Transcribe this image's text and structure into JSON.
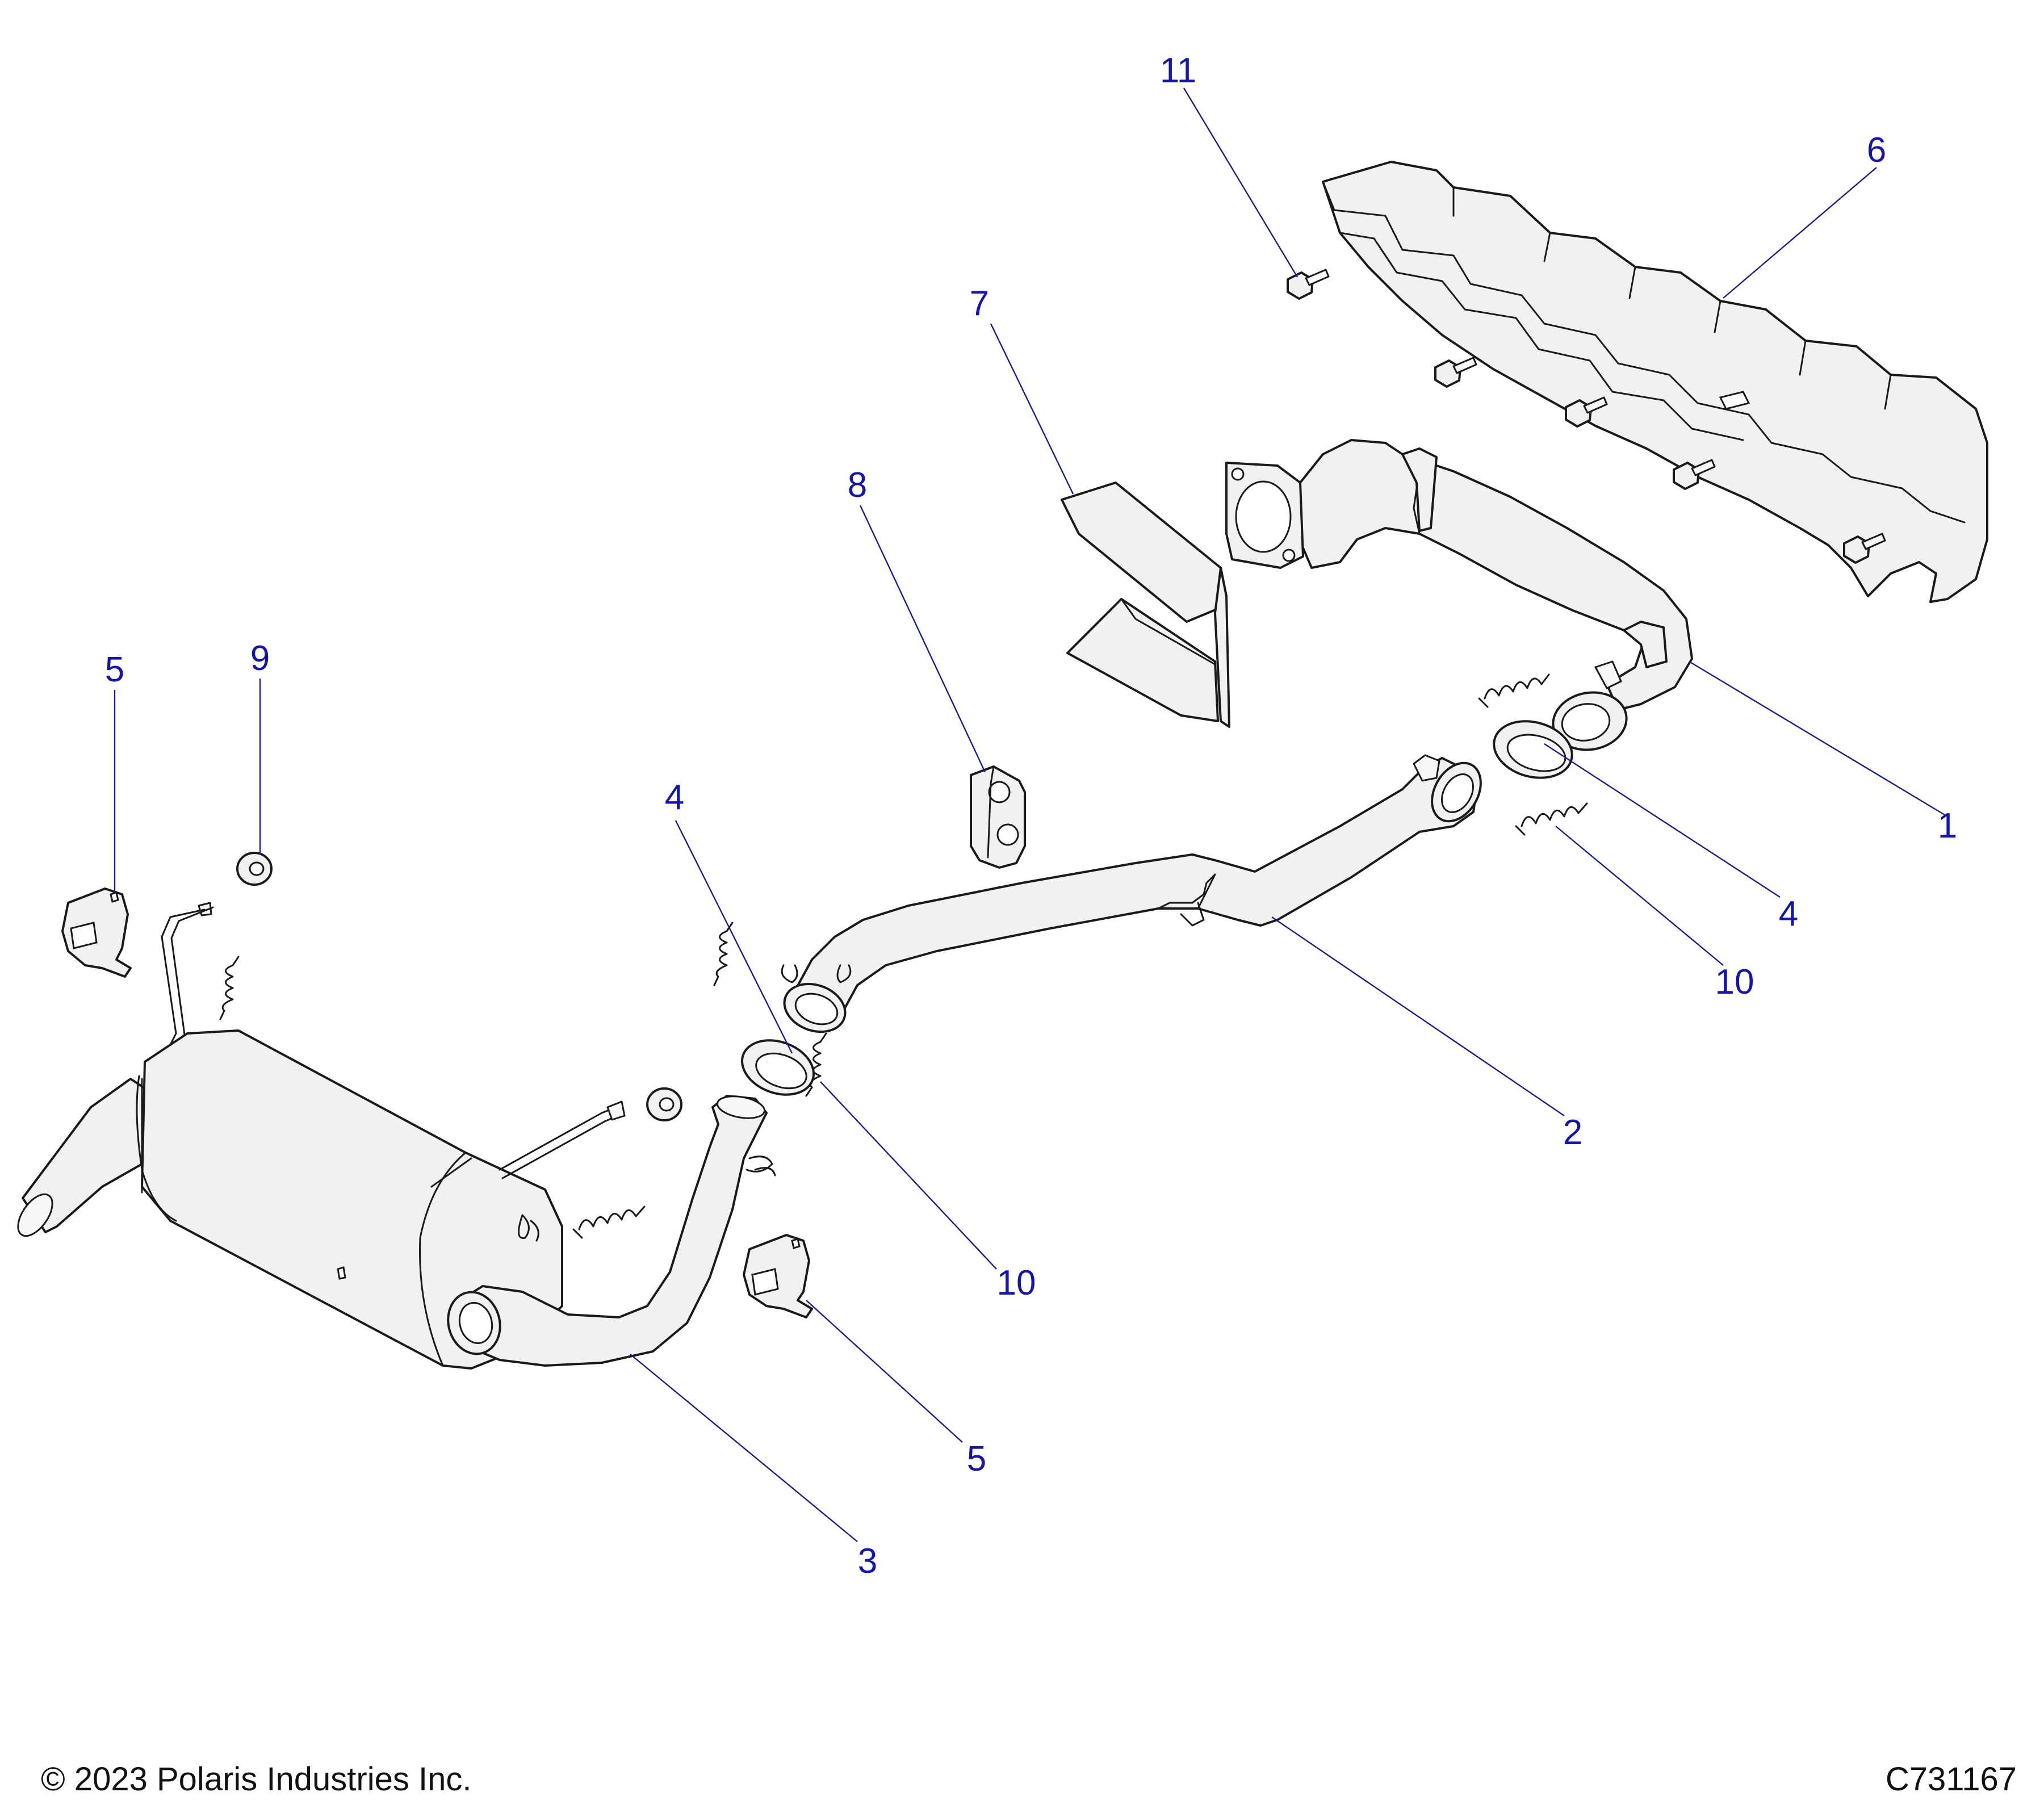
{
  "callouts": [
    {
      "label": "11"
    },
    {
      "label": "6"
    },
    {
      "label": "7"
    },
    {
      "label": "8"
    },
    {
      "label": "5"
    },
    {
      "label": "9"
    },
    {
      "label": "4"
    },
    {
      "label": "1"
    },
    {
      "label": "4"
    },
    {
      "label": "10"
    },
    {
      "label": "2"
    },
    {
      "label": "10"
    },
    {
      "label": "5"
    },
    {
      "label": "3"
    }
  ],
  "footer": {
    "copyright": "© 2023 Polaris Industries Inc.",
    "drawing_number": "C731167"
  },
  "colors": {
    "callout_text": "#1515a8",
    "leader_line": "#1c1c8a",
    "part_fill": "#f1f1f1",
    "part_outline": "#1a1a1a"
  }
}
